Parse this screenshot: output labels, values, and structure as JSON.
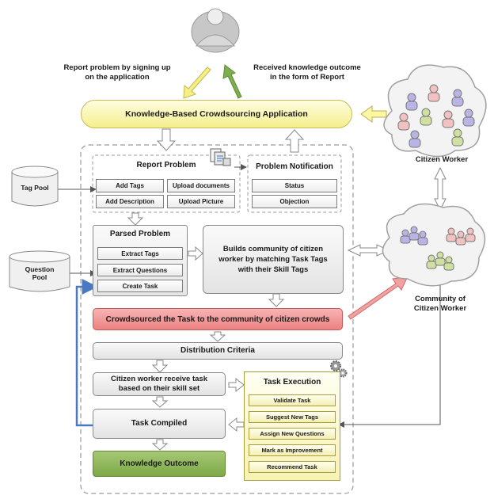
{
  "user_actions": {
    "report_signup": "Report problem by signing up\non the application",
    "received_outcome": "Received knowledge outcome\nin the form of Report"
  },
  "app_title": "Knowledge-Based Crowdsourcing Application",
  "report_problem": {
    "title": "Report Problem",
    "items": [
      "Add Tags",
      "Upload documents",
      "Add Description",
      "Upload Picture"
    ]
  },
  "problem_notification": {
    "title": "Problem Notification",
    "items": [
      "Status",
      "Objection"
    ]
  },
  "tag_pool": "Tag Pool",
  "question_pool": "Question\nPool",
  "parsed_problem": {
    "title": "Parsed Problem",
    "items": [
      "Extract Tags",
      "Extract Questions",
      "Create Task"
    ]
  },
  "builds_community": "Builds community of citizen\nworker by matching Task Tags\nwith their Skill Tags",
  "crowdsourced_task": "Crowdsourced the Task to the community of citizen crowds",
  "distribution_criteria": "Distribution Criteria",
  "citizen_receive": "Citizen worker receive task\nbased on their skill set",
  "task_execution": {
    "title": "Task Execution",
    "items": [
      "Validate Task",
      "Suggest New Tags",
      "Assign New Questions",
      "Mark as Improvement",
      "Recommend Task"
    ]
  },
  "task_compiled": "Task Compiled",
  "knowledge_outcome": "Knowledge Outcome",
  "citizen_worker": "Citizen Worker",
  "community_citizen_worker": "Community of\nCitizen Worker",
  "colors": {
    "app_bar": "#fbf7a2",
    "crowdsourced": "#f08a8a",
    "knowledge_outcome": "#8bb256",
    "task_execution": "#fbf7b8",
    "feedback_line": "#4a78c2"
  }
}
